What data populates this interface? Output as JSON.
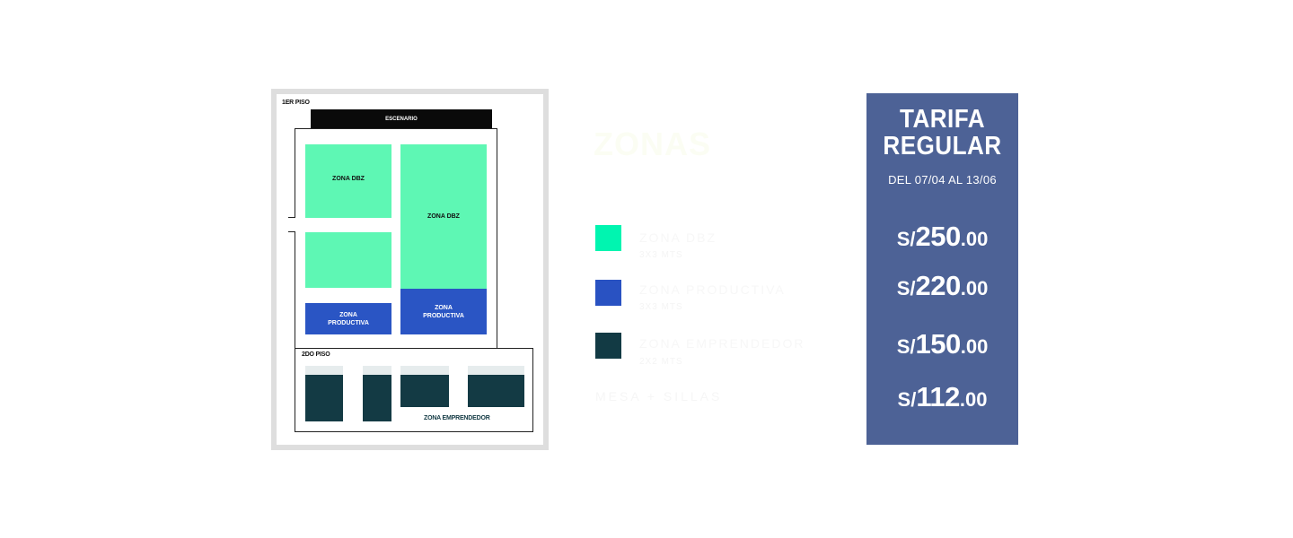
{
  "floor_plan": {
    "floor1_label": "1ER PISO",
    "stage_label": "ESCENARIO",
    "zone_dbz_left_label": "ZONA DBZ",
    "zone_dbz_right_label": "ZONA DBZ",
    "zone_productiva_left_label": "ZONA\nPRODUCTIVA",
    "zone_productiva_right_label": "ZONA\nPRODUCTIVA",
    "floor2_label": "2DO PISO",
    "zone_emprendedor_label": "ZONA EMPRENDEDOR"
  },
  "zonas": {
    "title": "ZONAS",
    "items": [
      {
        "main": "ZONA DBZ",
        "sub": "3X3 MTS",
        "color": "#00f5b0"
      },
      {
        "main": "ZONA PRODUCTIVA",
        "sub": "3X3 MTS",
        "color": "#2952c2"
      },
      {
        "main": "ZONA EMPRENDEDOR",
        "sub": "2X2 MTS",
        "color": "#123a44"
      }
    ],
    "extra": "MESA + SILLAS"
  },
  "tarifa": {
    "title_line1": "TARIFA",
    "title_line2": "REGULAR",
    "dates": "DEL 07/04 AL 13/06",
    "prices": [
      {
        "currency": "S/",
        "integer": "250",
        "decimals": ".00"
      },
      {
        "currency": "S/",
        "integer": "220",
        "decimals": ".00"
      },
      {
        "currency": "S/",
        "integer": "150",
        "decimals": ".00"
      },
      {
        "currency": "S/",
        "integer": "112",
        "decimals": ".00"
      }
    ],
    "panel_color": "#4d6296"
  }
}
